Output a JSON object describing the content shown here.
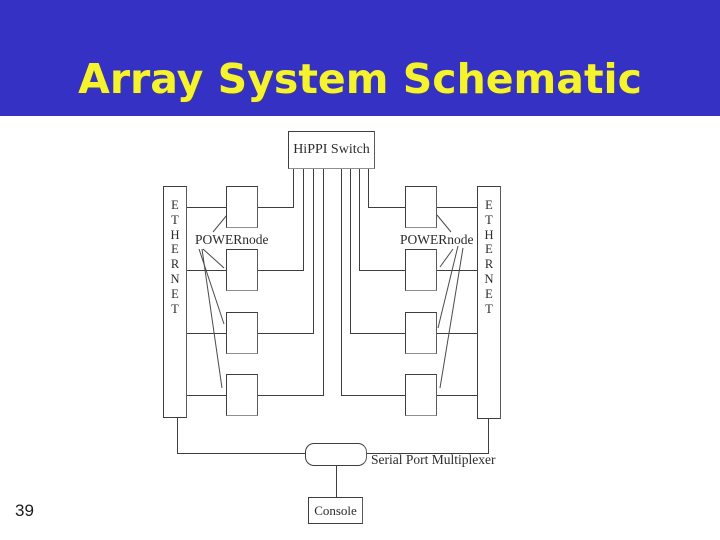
{
  "slide": {
    "title": "Array System Schematic",
    "page_number": "39",
    "colors": {
      "header_bg": "#3431c4",
      "title_text": "#f5f22e",
      "content_bg": "#ffffff",
      "diagram_line": "#3e3e3e"
    }
  },
  "diagram": {
    "switch_label": "HiPPI Switch",
    "ethernet_left": "E\nT\nH\nE\nR\nN\nE\nT",
    "ethernet_right": "E\nT\nH\nE\nR\nN\nE\nT",
    "powernode_left_label": "POWERnode",
    "powernode_right_label": "POWERnode",
    "multiplexer_label": "Serial Port Multiplexer",
    "console_label": "Console",
    "node_count_left": 4,
    "node_count_right": 4
  }
}
